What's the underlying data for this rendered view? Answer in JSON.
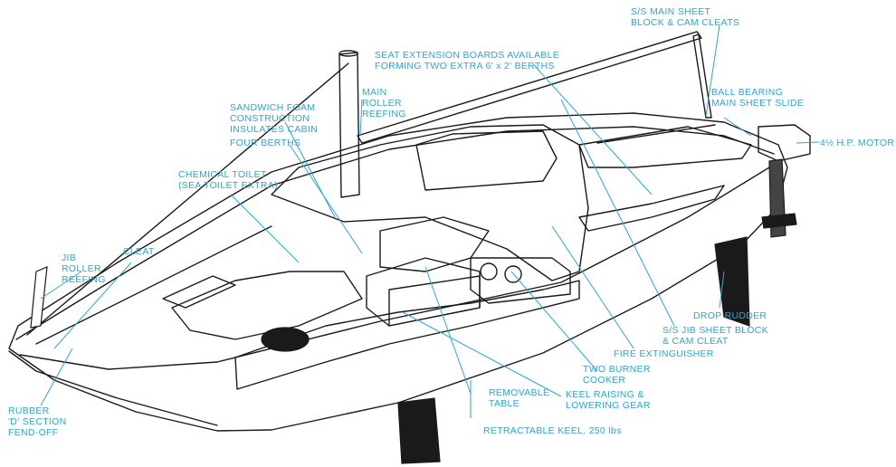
{
  "colors": {
    "label": "#2aa6d8",
    "ink": "#1a1a1a",
    "background": "#ffffff"
  },
  "labels": {
    "main_sheet_block": [
      "S/S MAIN SHEET",
      "BLOCK & CAM CLEATS"
    ],
    "seat_extension": [
      "SEAT EXTENSION BOARDS  AVAILABLE",
      "FORMING TWO EXTRA 6' x 2' BERTHS"
    ],
    "main_roller": [
      "MAIN",
      "ROLLER",
      "REEFING"
    ],
    "sandwich_foam": [
      "SANDWICH FOAM",
      "CONSTRUCTION",
      "INSULATES CABIN"
    ],
    "four_berths": [
      "FOUR BERTHS"
    ],
    "ball_bearing": [
      "BALL BEARING",
      "MAIN SHEET SLIDE"
    ],
    "motor": [
      "4½ H.P. MOTOR"
    ],
    "chemical_toilet": [
      "CHEMICAL TOILET",
      "(SEA TOILET EXTRA)"
    ],
    "cleat": [
      "CLEAT"
    ],
    "jib_roller": [
      "JIB",
      "ROLLER",
      "REEFING"
    ],
    "drop_rudder": [
      "DROP RUDDER"
    ],
    "jib_sheet_block": [
      "S/S JIB SHEET BLOCK",
      "& CAM CLEAT"
    ],
    "fire_extinguisher": [
      "FIRE EXTINGUISHER"
    ],
    "two_burner": [
      "TWO BURNER",
      "COOKER"
    ],
    "removable_table": [
      "REMOVABLE",
      "TABLE"
    ],
    "keel_gear": [
      "KEEL RAISING &",
      "LOWERING GEAR"
    ],
    "rubber_section": [
      "RUBBER",
      "'D' SECTION",
      "FEND-OFF"
    ],
    "retractable_keel": [
      "RETRACTABLE KEEL, 250 lbs"
    ]
  }
}
